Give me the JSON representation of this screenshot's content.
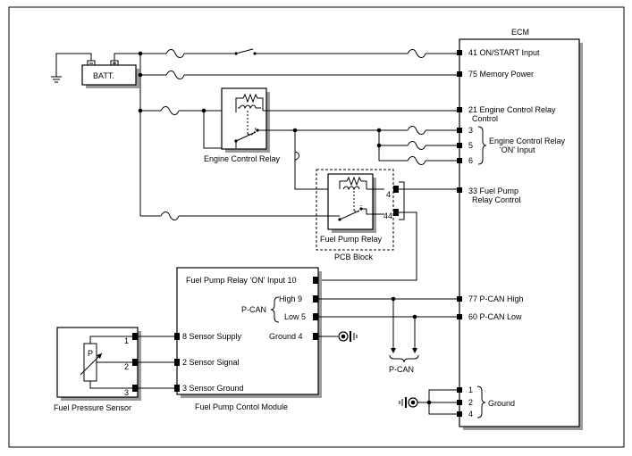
{
  "ecm": {
    "title": "ECM",
    "pins": {
      "on_start": "41 ON/START Input",
      "memory_power": "75 Memory Power",
      "ecr_control_1": "21 Engine Control Relay",
      "ecr_control_2": "Control",
      "pin3": "3",
      "pin5": "5",
      "pin6": "6",
      "ecr_on_1": "Engine Control Relay",
      "ecr_on_2": "'ON' Input",
      "fpr_control_1": "33 Fuel Pump",
      "fpr_control_2": "Relay Control",
      "pcan_high": "77 P-CAN High",
      "pcan_low": "60 P-CAN Low",
      "gnd1": "1",
      "gnd2": "2",
      "gnd4": "4",
      "ground": "Ground"
    }
  },
  "battery": {
    "label": "BATT."
  },
  "engine_control_relay": {
    "label": "Engine Control Relay"
  },
  "fuel_pump_relay": {
    "label": "Fuel Pump Relay",
    "pin4": "4",
    "pin44": "44"
  },
  "pcb_block": {
    "label": "PCB Block"
  },
  "module": {
    "label": "Fuel Pump Contol Module",
    "relay_on_input": "Fuel Pump Relay 'ON' Input 10",
    "high": "High 9",
    "low": "Low 5",
    "pcan": "P-CAN",
    "ground": "Ground 4",
    "sensor_supply": "8 Sensor Supply",
    "sensor_signal": "2 Sensor Signal",
    "sensor_ground": "3 Sensor Ground"
  },
  "sensor": {
    "label": "Fuel Pressure Sensor",
    "symbol": "P",
    "pin1": "1",
    "pin2": "2",
    "pin3": "3"
  },
  "pcan_bus": {
    "label": "P-CAN"
  }
}
